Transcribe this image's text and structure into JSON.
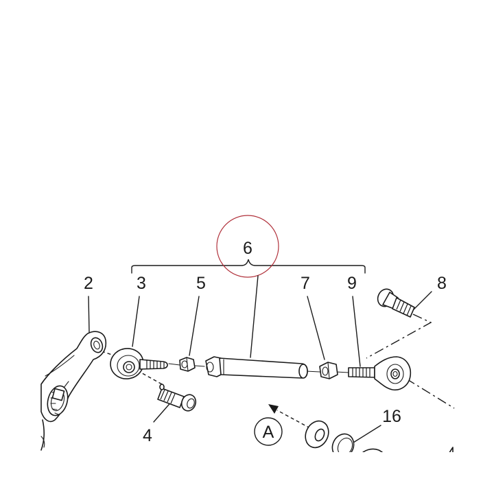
{
  "diagram": {
    "callouts": [
      {
        "id": "c2",
        "text": "2"
      },
      {
        "id": "c3",
        "text": "3"
      },
      {
        "id": "c4",
        "text": "4"
      },
      {
        "id": "c5",
        "text": "5"
      },
      {
        "id": "c6",
        "text": "6"
      },
      {
        "id": "c7",
        "text": "7"
      },
      {
        "id": "c8",
        "text": "8"
      },
      {
        "id": "c9",
        "text": "9"
      },
      {
        "id": "c16",
        "text": "16"
      }
    ],
    "view_marker": "A",
    "highlight_color": "#b0303a",
    "line_color": "#1a1a1a"
  }
}
